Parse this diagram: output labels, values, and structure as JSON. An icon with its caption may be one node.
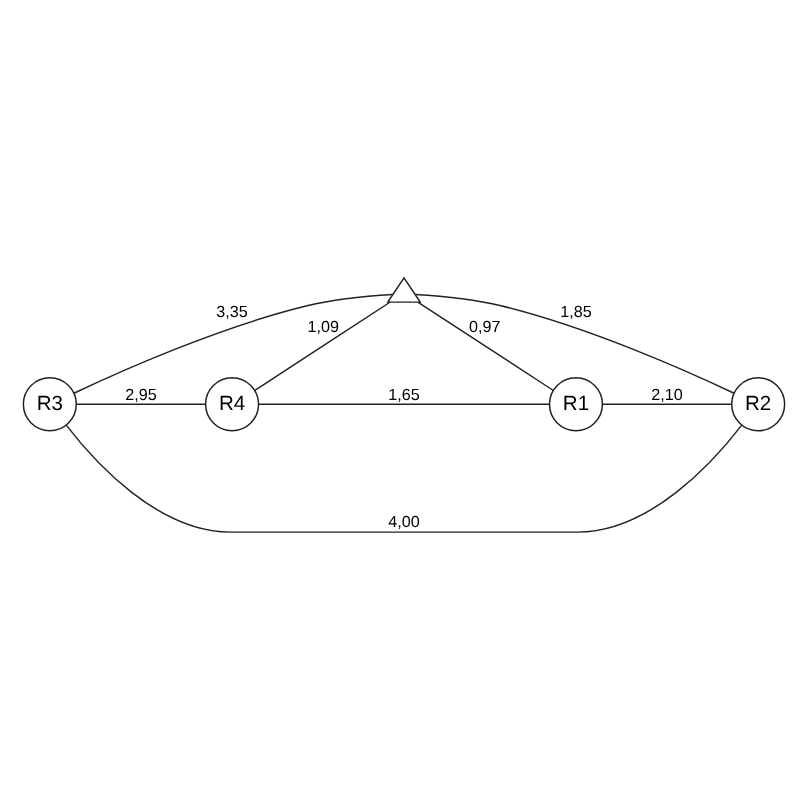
{
  "diagram": {
    "nodes": [
      {
        "text": [
          "R3"
        ]
      },
      {
        "text": [
          "R4"
        ]
      },
      {
        "text": [],
        "shape": "triangle"
      },
      {
        "text": [
          "R1"
        ]
      },
      {
        "text": [
          "R2"
        ]
      }
    ],
    "edges": [
      {
        "from": 0,
        "to": 1,
        "arrow": "none",
        "label": "2,95"
      },
      {
        "from": 0,
        "to": 2,
        "arrow": "none",
        "label": "3,35"
      },
      {
        "from": 0,
        "to": 4,
        "arrow": "none",
        "label": "4,00"
      },
      {
        "from": 1,
        "to": 2,
        "arrow": "none",
        "label": "1,09"
      },
      {
        "from": 1,
        "to": 3,
        "arrow": "none",
        "label": "1,65"
      },
      {
        "from": 2,
        "to": 3,
        "arrow": "none",
        "label": "0,97"
      },
      {
        "from": 2,
        "to": 4,
        "arrow": "none",
        "label": "1,85"
      },
      {
        "from": 3,
        "to": 4,
        "arrow": "none",
        "label": "2,10"
      }
    ]
  }
}
